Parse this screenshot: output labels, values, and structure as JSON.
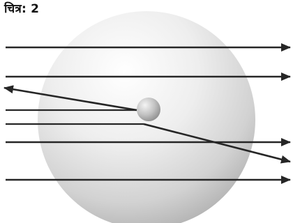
{
  "figure": {
    "label": "चित्र: 2"
  },
  "colors": {
    "background": "#ffffff",
    "sphere_highlight": "#ffffff",
    "sphere_mid": "#e6e6e6",
    "sphere_edge": "#b4b4b4",
    "nucleus_light": "#f2f2f2",
    "nucleus_dark": "#8c8c8c",
    "arrows": "#262626"
  },
  "icons": {
    "large_sphere": "atom-sphere",
    "small_sphere": "nucleus",
    "lines": "arrow-paths"
  }
}
